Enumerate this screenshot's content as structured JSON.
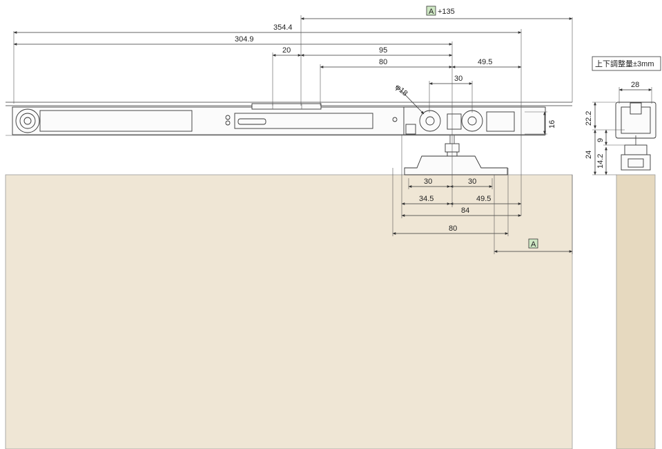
{
  "title_box": "上下調整量±3mm",
  "ref_label": "A",
  "top_dimension": "+135",
  "dimensions": {
    "overall_354": "354.4",
    "overall_304": "304.9",
    "d20": "20",
    "d95": "95",
    "d80_top": "80",
    "d49_top": "49.5",
    "d30_top": "30",
    "diameter": "φ18",
    "d16": "16",
    "b30_left": "30",
    "b30_right": "30",
    "b34": "34.5",
    "b49": "49.5",
    "b84": "84",
    "b80": "80",
    "side_28": "28",
    "side_22": "22.2",
    "side_9": "9",
    "side_24": "24",
    "side_14": "14.2"
  },
  "colors": {
    "door_front": "#efe6d5",
    "door_side": "#e6d9bf",
    "ref_box": "#cfe8c4"
  }
}
